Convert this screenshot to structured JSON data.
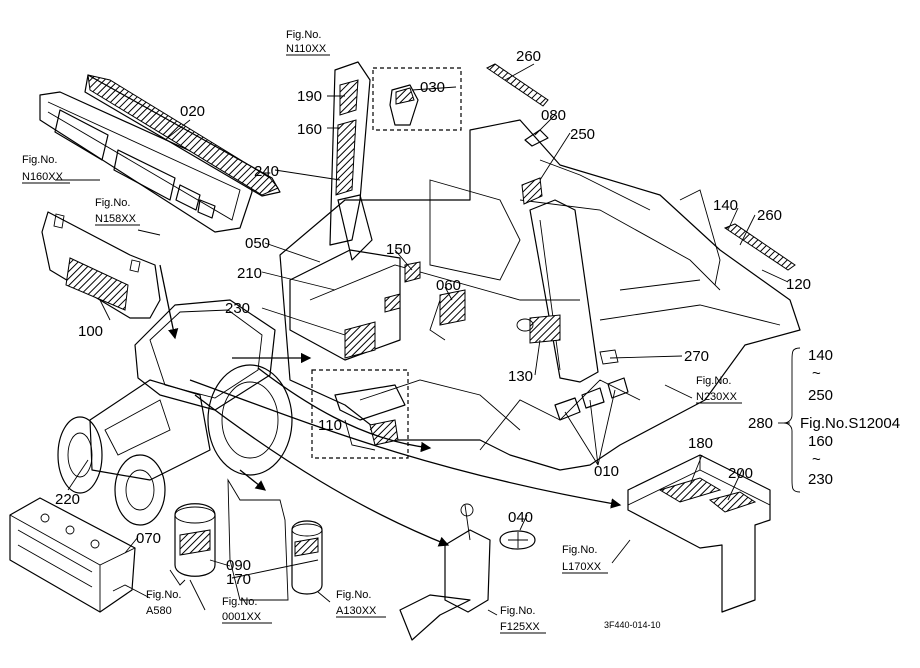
{
  "drawing_id": "3F440-014-10",
  "part_labels": {
    "p010": "010",
    "p020": "020",
    "p030": "030",
    "p040": "040",
    "p050": "050",
    "p060": "060",
    "p070": "070",
    "p080": "080",
    "p090": "090",
    "p100": "100",
    "p110": "110",
    "p120": "120",
    "p130": "130",
    "p140": "140",
    "p150": "150",
    "p160": "160",
    "p170": "170",
    "p180": "180",
    "p190": "190",
    "p200": "200",
    "p210": "210",
    "p220": "220",
    "p230": "230",
    "p240": "240",
    "p250": "250",
    "p260a": "260",
    "p260b": "260",
    "p270": "270",
    "p280": "280"
  },
  "figure_refs": {
    "fig_label": "Fig.No.",
    "n110": "N110XX",
    "n160": "N160XX",
    "n158": "N158XX",
    "n230": "N230XX",
    "l170": "L170XX",
    "a580": "A580",
    "f0001": "0001XX",
    "a130": "A130XX",
    "f125": "F125XX"
  },
  "bracket_ref": {
    "top_a": "140",
    "tilde_a": "~",
    "top_b": "250",
    "fig_text": "Fig.No.S12004",
    "bottom_a": "160",
    "tilde_b": "~",
    "bottom_b": "230"
  }
}
